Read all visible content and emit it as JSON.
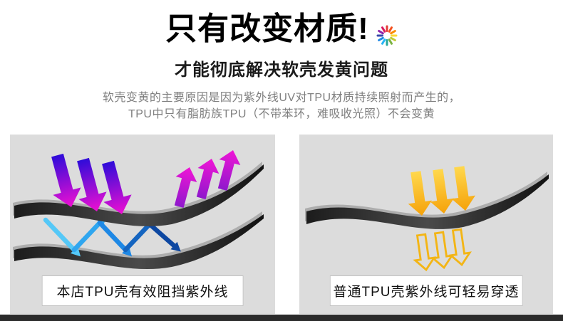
{
  "header": {
    "title": "只有改变材质!",
    "subtitle": "才能彻底解决软壳发黄问题",
    "desc_line1": "软壳变黄的主要原因是因为紫外线UV对TPU材质持续照射而产生的，",
    "desc_line2": "TPU中只有脂肪族TPU（不带苯环，难吸收光照）不会变黄"
  },
  "panels": {
    "left_caption": "本店TPU壳有效阻挡紫外线",
    "right_caption": "普通TPU壳紫外线可轻易穿透"
  },
  "icons": {
    "title_icon": "color-wheel-icon"
  },
  "colors": {
    "uv_incoming_top": "#2f0cd9",
    "uv_incoming_bottom": "#ee10d2",
    "uv_reflected_top": "#f015d6",
    "uv_reflected_bottom": "#8f18cc",
    "uv_penetrating": "#f5a20a",
    "reflection_ray_start": "#55c8f7",
    "reflection_ray_end": "#0d47a1",
    "panel_background": "#dcdcdc",
    "sheet_dark": "#1c1c1c",
    "footer_strip": "#2b2b2b"
  }
}
